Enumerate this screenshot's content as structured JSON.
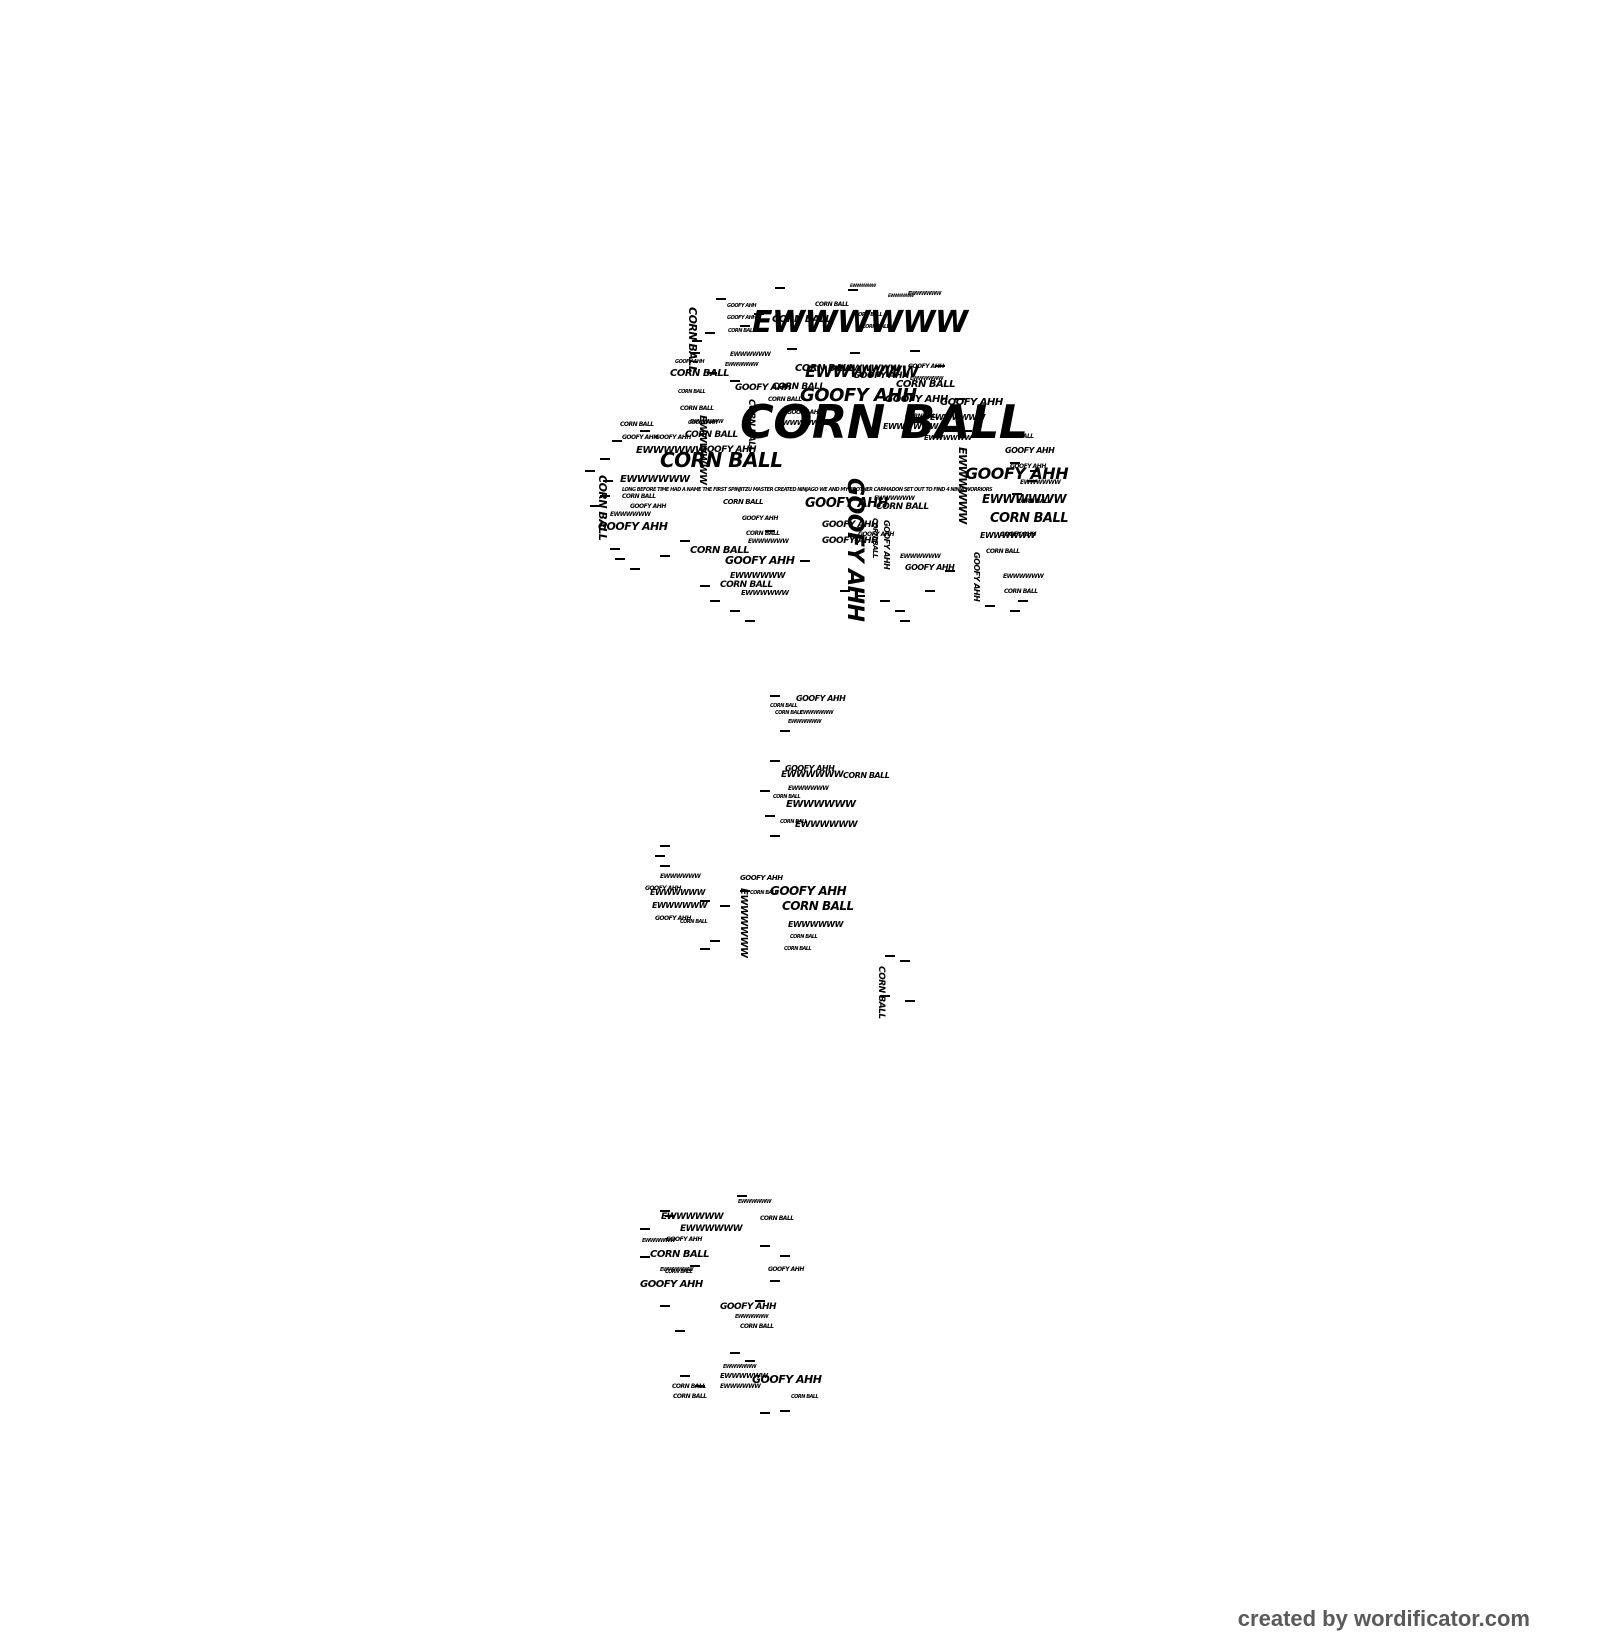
{
  "footer": {
    "credit": "created by wordificator.com"
  },
  "words": {
    "corn_ball": "CORN BALL",
    "goofy_ahh": "GOOFY AHH",
    "ewww": "EWWWWWW",
    "long_text": "LONG BEFORE TIME HAD A NAME THE FIRST SPINJITZU MASTER CREATED NINJAGO WE AND MY BROTHER CARMADON SET OUT TO FIND 4 NINJA WORRIORS"
  },
  "colors": {
    "ink": "#000000",
    "background": "#ffffff",
    "credit": "#5a5a5a"
  }
}
